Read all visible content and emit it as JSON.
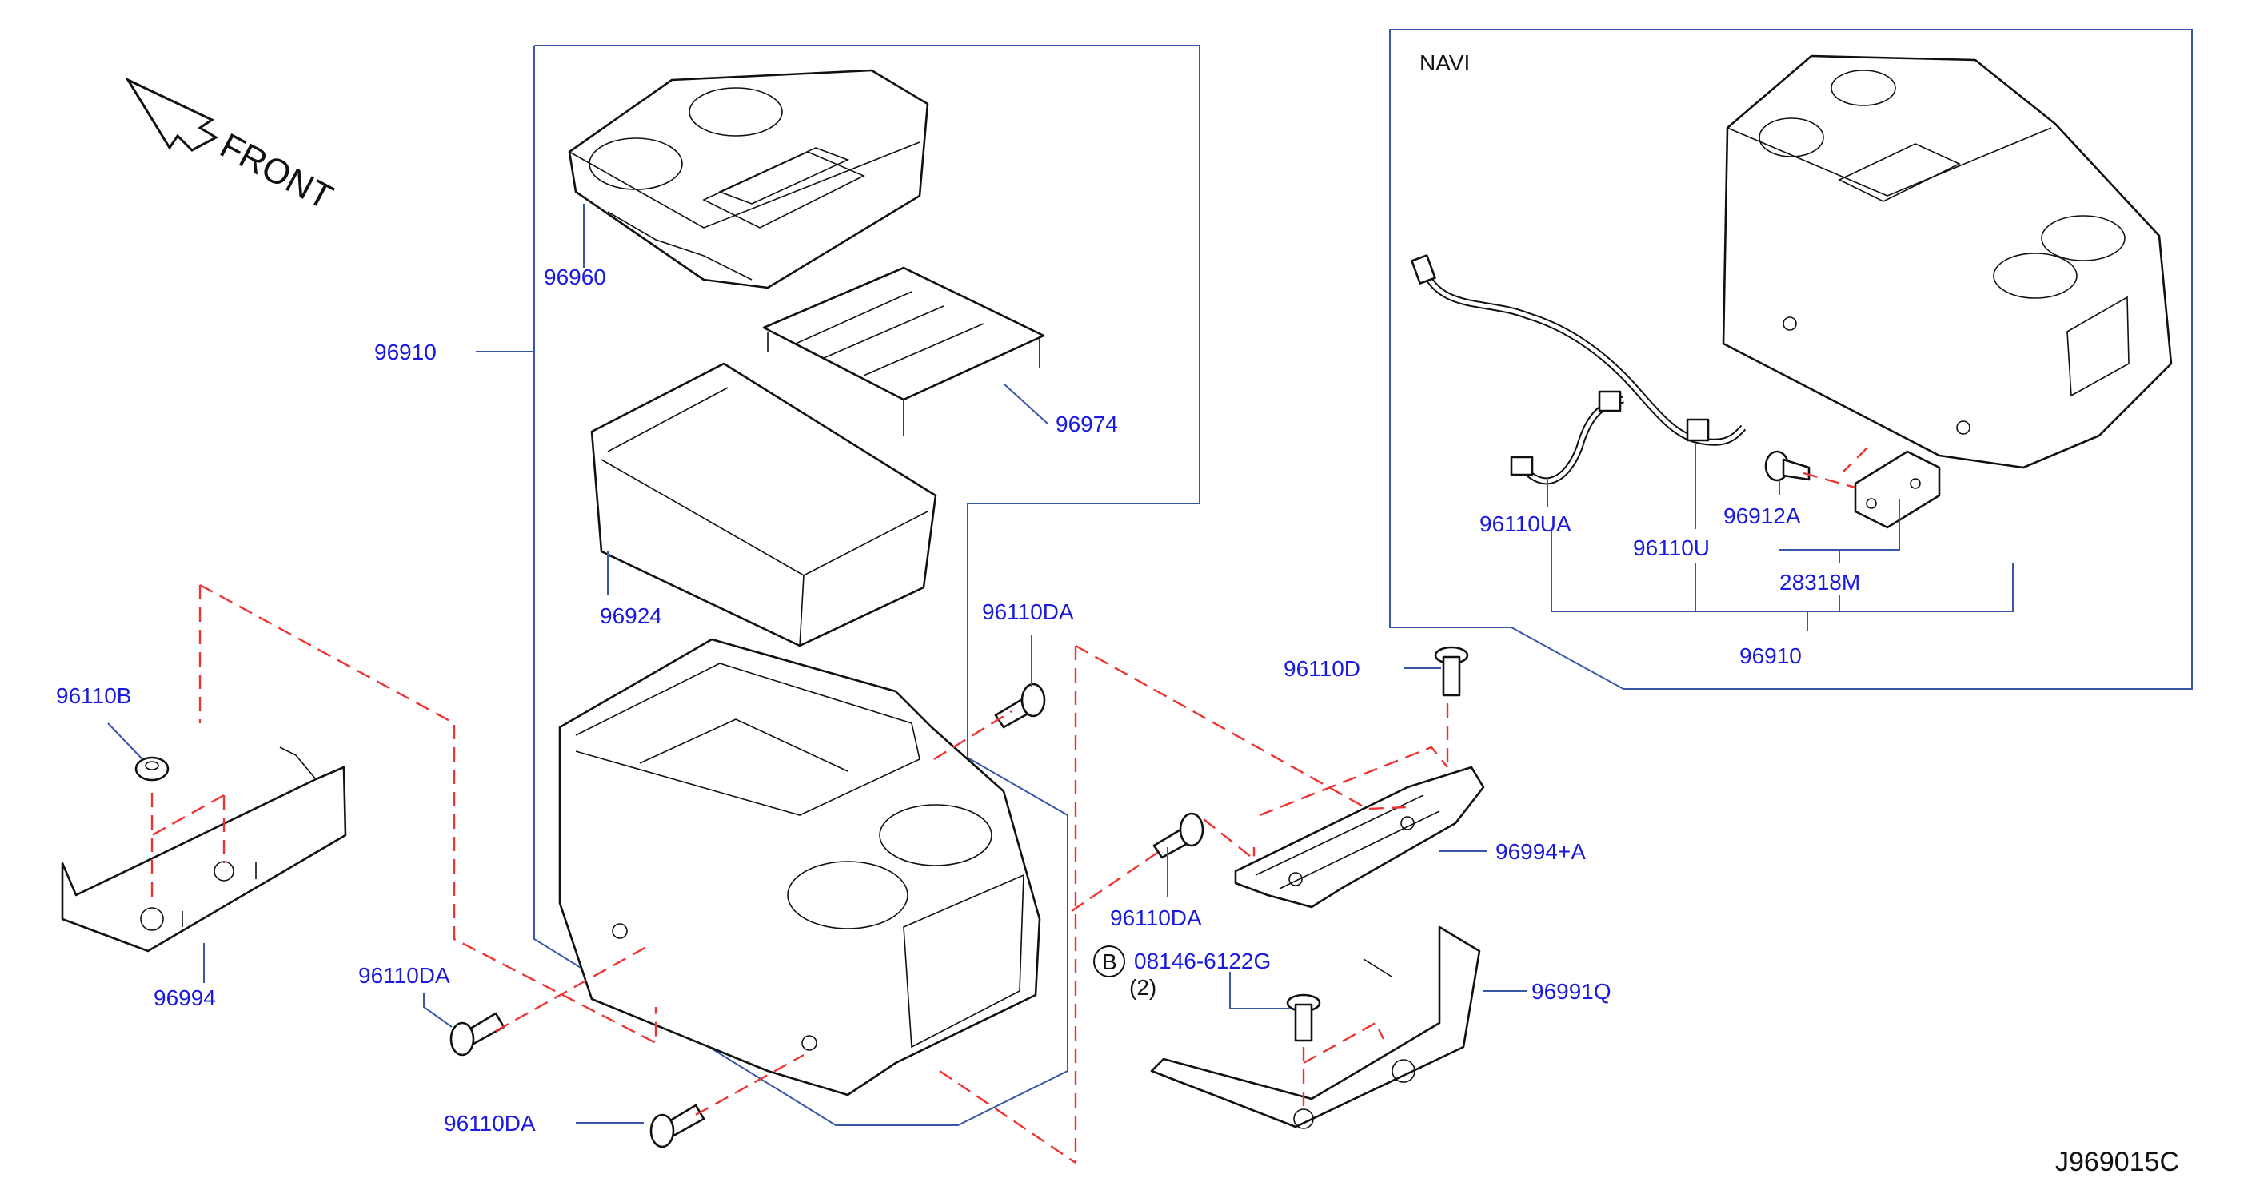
{
  "diagram": {
    "direction_label": "FRONT",
    "navi_label": "NAVI",
    "drawing_code": "J969015C",
    "bolt_symbol": "B",
    "bolt_qty": "(2)",
    "parts": {
      "p96960": "96960",
      "p96910_main": "96910",
      "p96974": "96974",
      "p96924": "96924",
      "p96110DA_a": "96110DA",
      "p96110B": "96110B",
      "p96994": "96994",
      "p96110DA_b": "96110DA",
      "p96110DA_c": "96110DA",
      "p96110DA_d": "96110DA",
      "p96110D": "96110D",
      "p96994A": "96994+A",
      "p08146": "08146-6122G",
      "p96991Q": "96991Q",
      "p96110UA": "96110UA",
      "p96110U": "96110U",
      "p96912A": "96912A",
      "p28318M": "28318M",
      "p96910_navi": "96910"
    }
  }
}
